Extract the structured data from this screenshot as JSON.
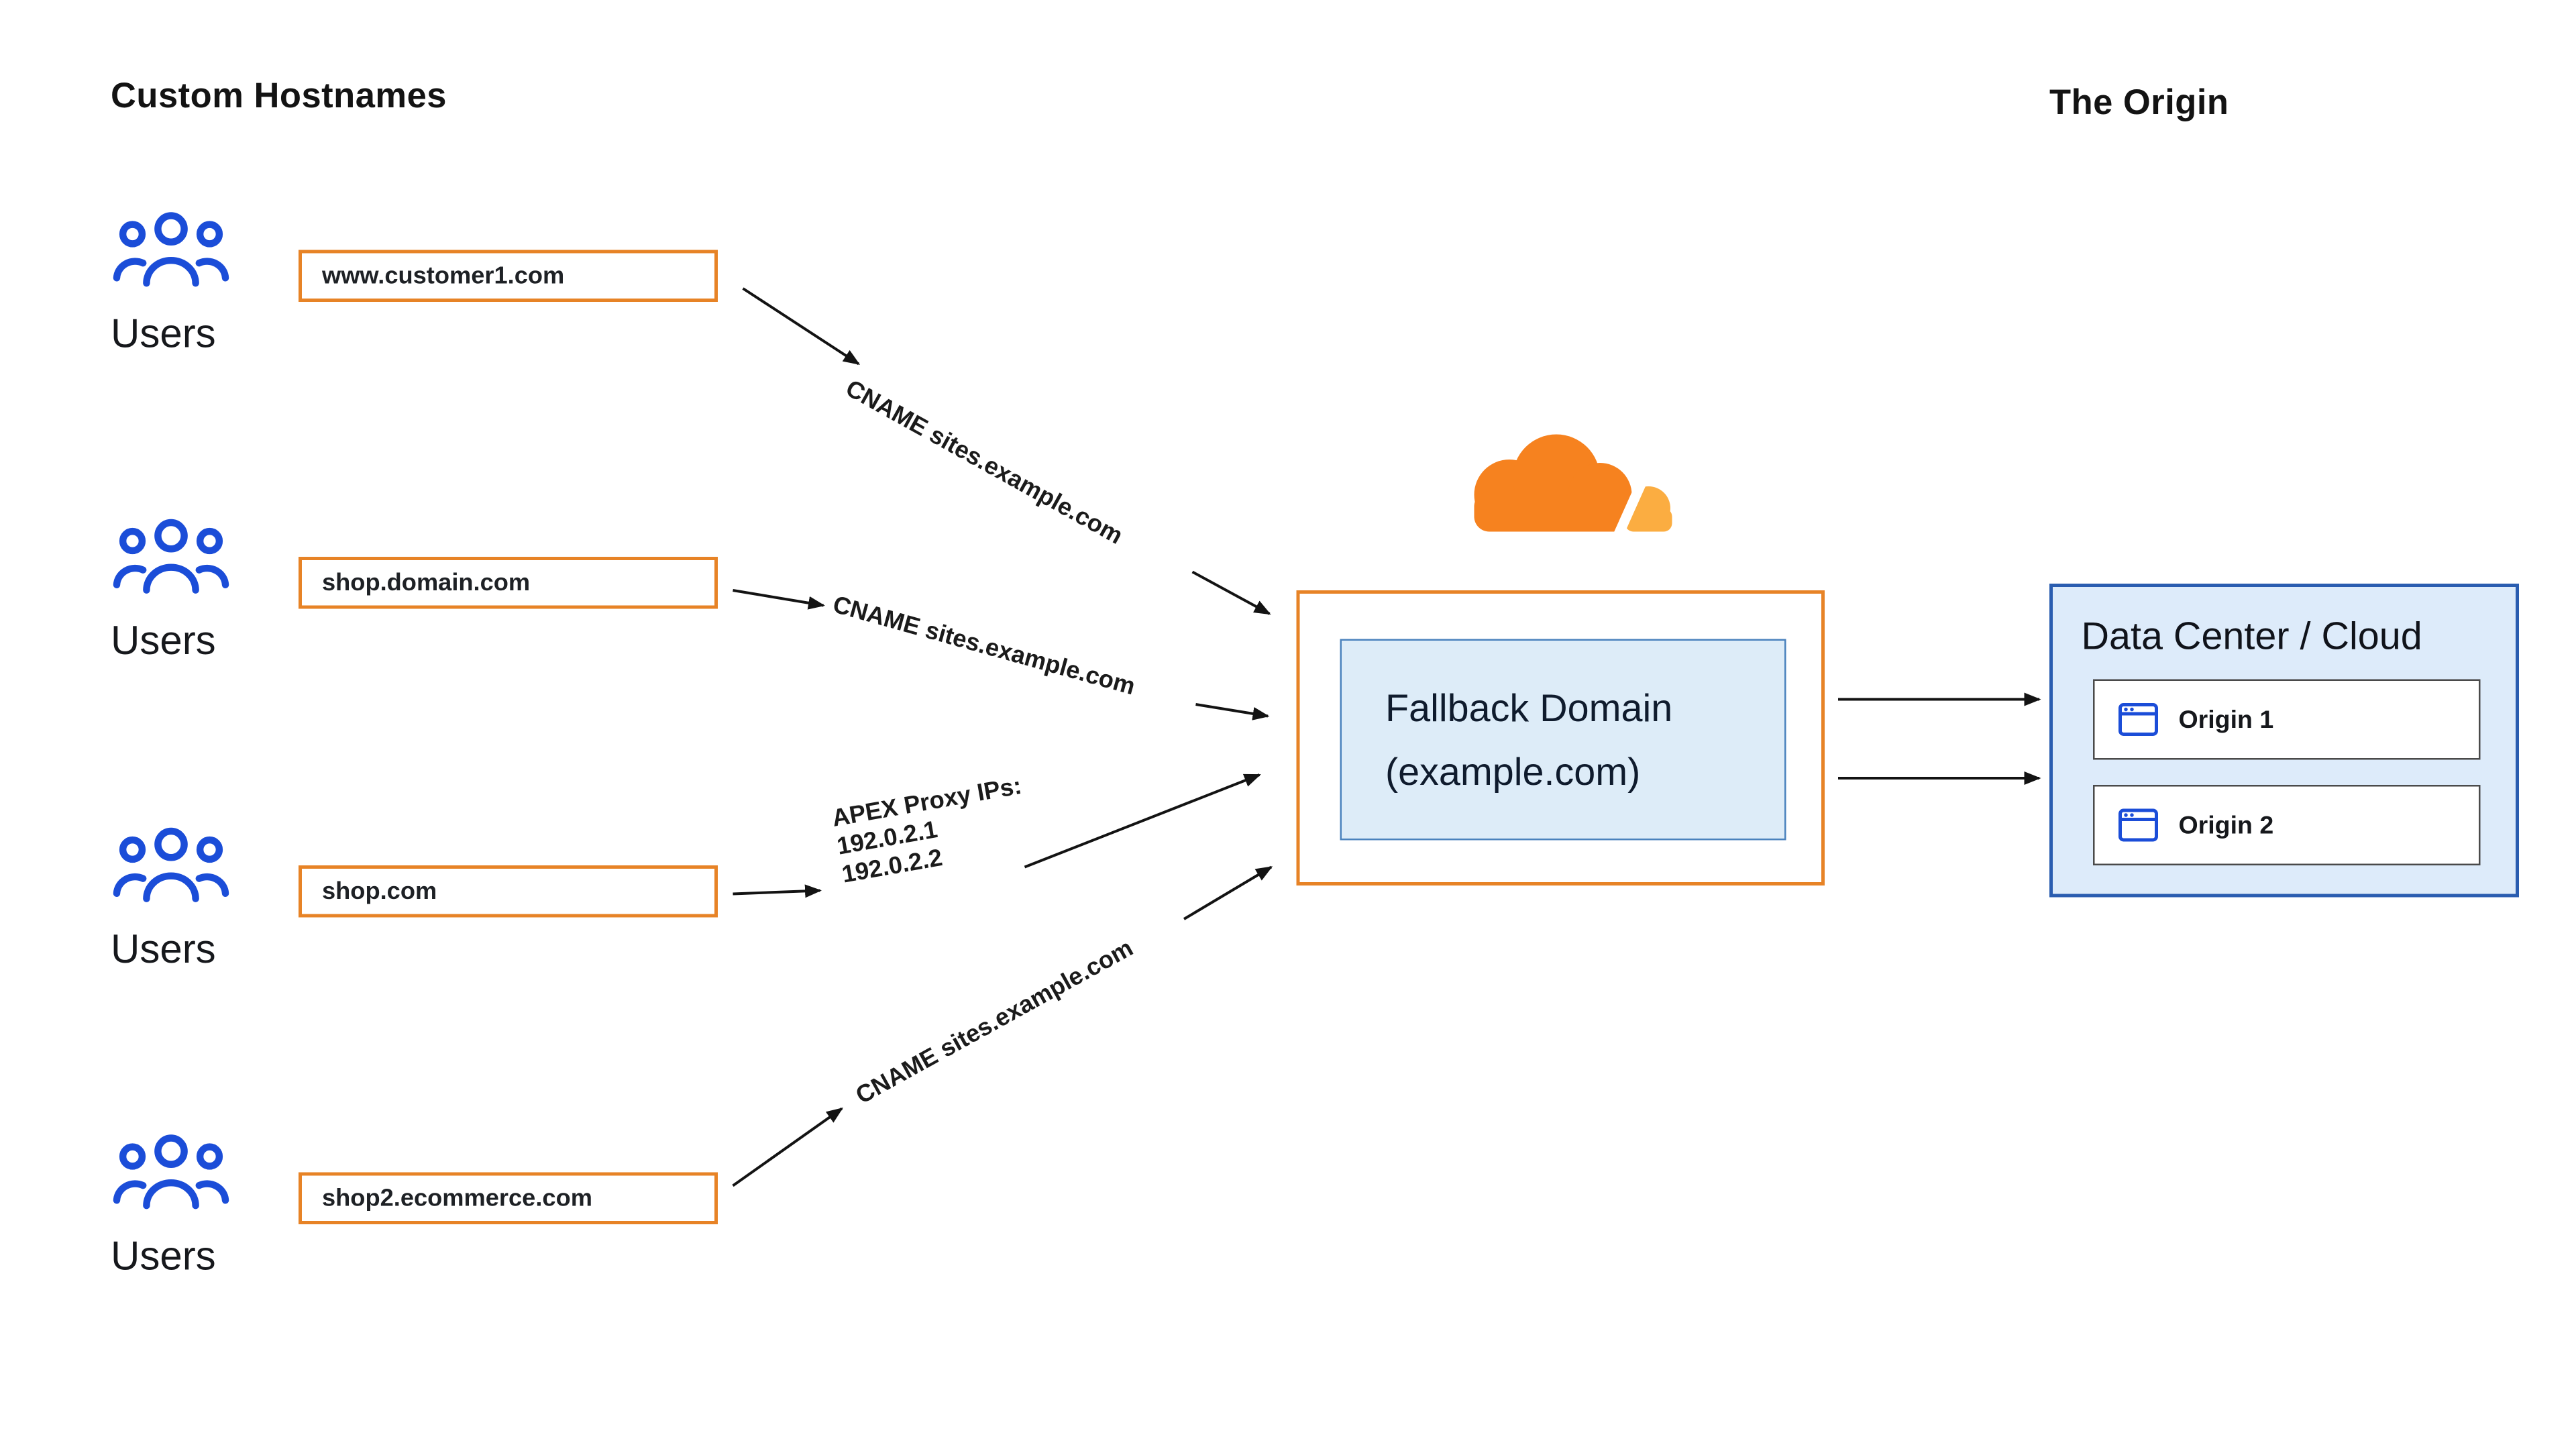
{
  "titles": {
    "custom_hostnames": "Custom Hostnames",
    "origin": "The Origin"
  },
  "users_label": "Users",
  "hostnames": [
    {
      "domain": "www.customer1.com"
    },
    {
      "domain": "shop.domain.com"
    },
    {
      "domain": "shop.com"
    },
    {
      "domain": "shop2.ecommerce.com"
    }
  ],
  "edges": {
    "cname_top": "CNAME sites.example.com",
    "cname_mid": "CNAME sites.example.com",
    "apex_line1": "APEX Proxy IPs:",
    "apex_line2": "192.0.2.1",
    "apex_line3": "192.0.2.2",
    "cname_bottom": "CNAME sites.example.com"
  },
  "fallback": {
    "line1": "Fallback Domain",
    "line2": "(example.com)"
  },
  "datacenter": {
    "title": "Data Center / Cloud",
    "origins": [
      {
        "label": "Origin 1"
      },
      {
        "label": "Origin 2"
      }
    ]
  },
  "colors": {
    "orange_border": "#E78326",
    "cloudflare_orange": "#F6821F",
    "cloudflare_light_orange": "#FBAD41",
    "users_blue": "#1B4DD8",
    "datacenter_fill": "#ddebfa",
    "datacenter_border": "#2a5db0",
    "fallback_fill": "#ddecf8",
    "arrow_color": "#131313"
  }
}
